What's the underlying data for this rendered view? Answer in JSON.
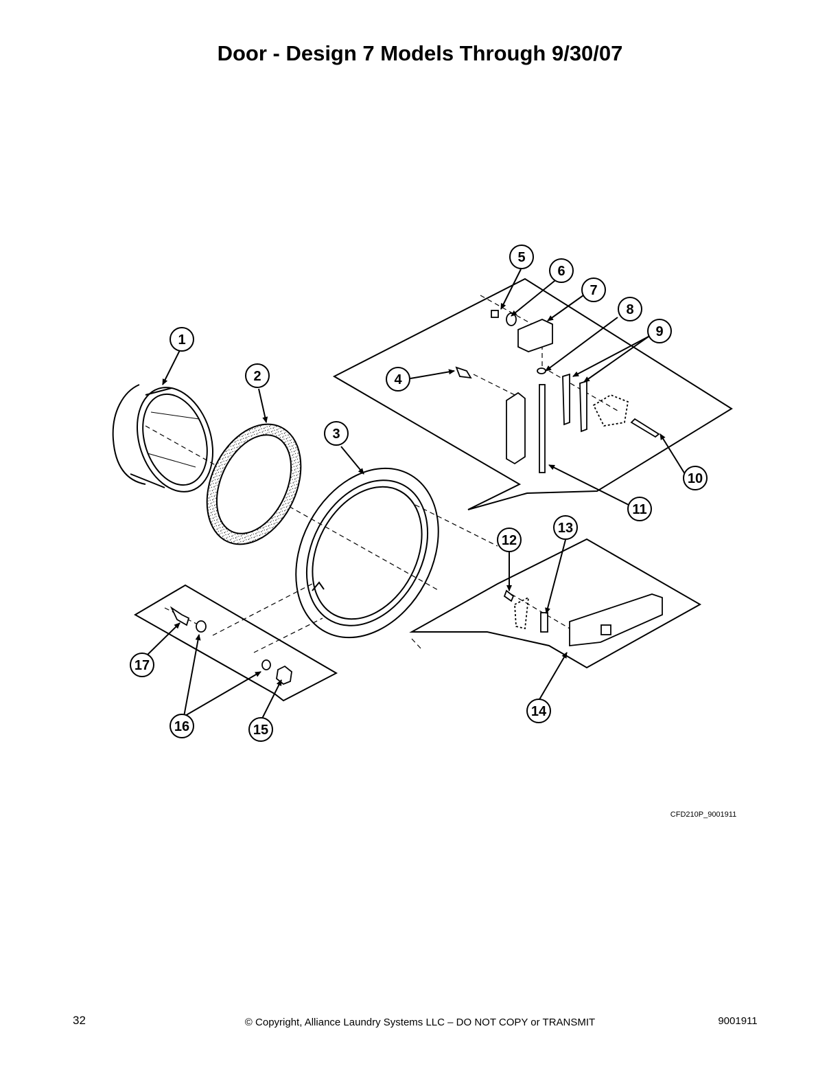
{
  "header": {
    "title": "Door - Design 7 Models Through 9/30/07"
  },
  "figure": {
    "id": "CFD210P_9001911",
    "callouts": [
      "1",
      "2",
      "3",
      "4",
      "5",
      "6",
      "7",
      "8",
      "9",
      "10",
      "11",
      "12",
      "13",
      "14",
      "15",
      "16",
      "17"
    ]
  },
  "footer": {
    "page_number": "32",
    "copyright": "© Copyright, Alliance Laundry Systems LLC – DO NOT COPY or TRANSMIT",
    "doc_number": "9001911"
  }
}
